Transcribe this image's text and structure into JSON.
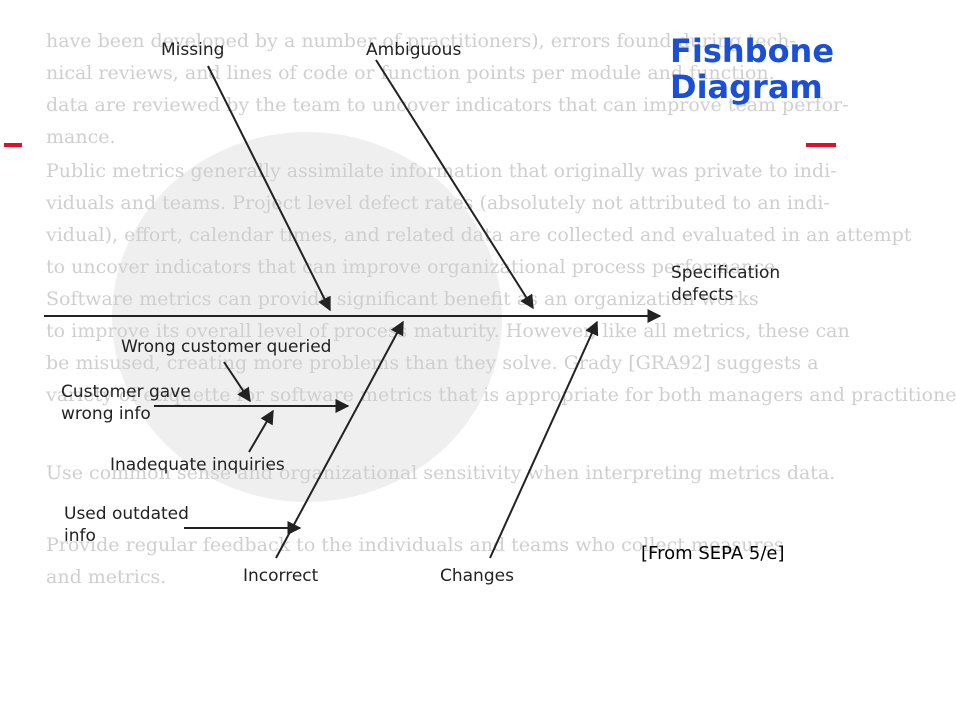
{
  "slide": {
    "title_line1": "Fishbone",
    "title_line2": "Diagram",
    "source_note": "[From SEPA 5/e]"
  },
  "diagram": {
    "effect": {
      "line1": "Specification",
      "line2": "defects"
    },
    "causes": {
      "missing": "Missing",
      "ambiguous": "Ambiguous",
      "incorrect": "Incorrect",
      "changes": "Changes"
    },
    "sub_causes": {
      "wrong_customer_queried": "Wrong customer queried",
      "customer_gave_wrong_info_line1": "Customer gave",
      "customer_gave_wrong_info_line2": "wrong info",
      "inadequate_inquiries": "Inadequate inquiries",
      "used_outdated_info_line1": "Used outdated",
      "used_outdated_info_line2": "info"
    }
  },
  "background_text": [
    "have been developed by a number of practitioners), errors found during tech-",
    "nical reviews, and lines of code or function points per module and function.",
    "data are reviewed by the team to uncover indicators that can improve team perfor-",
    "mance.",
    "Public metrics generally assimilate information that originally was private to indi-",
    "viduals and teams. Project level defect rates (absolutely not attributed to an indi-",
    "vidual), effort, calendar times, and related data are collected and evaluated in an attempt",
    "to uncover indicators that can improve organizational process performance.",
    "Software metrics can provide significant benefit as an organization works",
    "to improve its overall level of process maturity. However, like all metrics, these can",
    "be misused, creating more problems than they solve. Grady [GRA92] suggests a",
    "variety of etiquette for software metrics that is appropriate for both managers and practitioners",
    "",
    "",
    "Use common sense and organizational sensitivity when interpreting metrics data.",
    "",
    "Provide regular feedback to the individuals and teams who collect measures",
    "and metrics."
  ],
  "colors": {
    "title": "#1a4fd6",
    "accent_red": "#e0102a",
    "lines": "#222222",
    "background_text": "#cfcfcf"
  }
}
